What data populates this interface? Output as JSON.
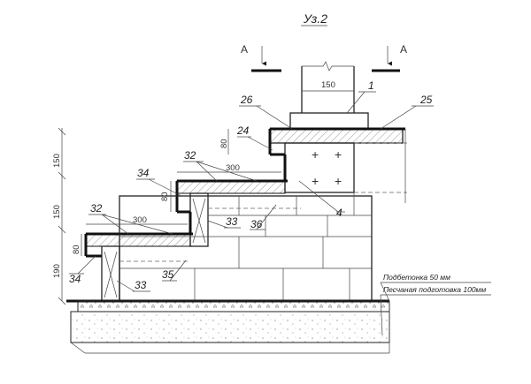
{
  "title": "Уз.2",
  "section_mark": "А",
  "labels": {
    "l1": "1",
    "l4": "4",
    "l24": "24",
    "l25": "25",
    "l26": "26",
    "l32a": "32",
    "l32b": "32",
    "l33a": "33",
    "l33b": "33",
    "l34a": "34",
    "l34b": "34",
    "l35": "35",
    "l36": "36"
  },
  "dims": {
    "d150_top": "150",
    "d300_upper": "300",
    "d300_lower": "300",
    "d80_top": "80",
    "d80_mid": "80",
    "d80_low": "80",
    "d150_left_top": "150",
    "d150_left_mid": "150",
    "d190_left": "190"
  },
  "notes": {
    "base_layer": "Подбетонка 50 мм",
    "sand_layer": "Песчаная подготовка 100мм"
  }
}
